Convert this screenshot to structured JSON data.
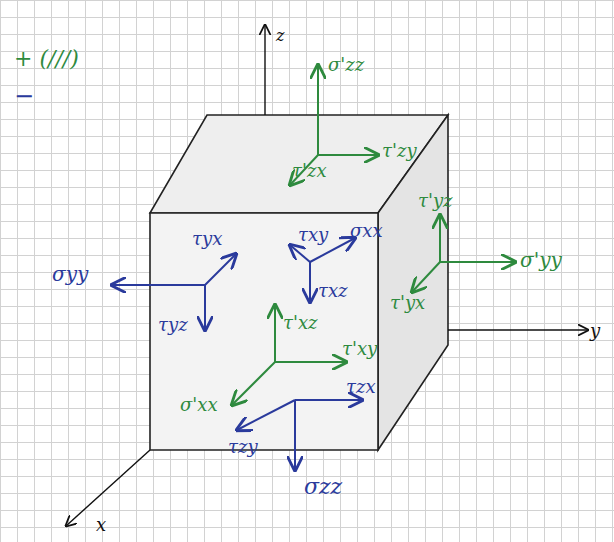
{
  "diagram": {
    "labels": [
      "+ (///)",
      "−",
      "z",
      "y",
      "x",
      "σ'zz",
      "τ'zy",
      "τ'zx",
      "τ'yz",
      "σ'yy",
      "τ'yx",
      "τyx",
      "σyy",
      "τyz",
      "τxy",
      "σxx",
      "τxz",
      "τ'xz",
      "τ'xy",
      "σ'xx",
      "τzx",
      "τzy",
      "σzz"
    ]
  }
}
